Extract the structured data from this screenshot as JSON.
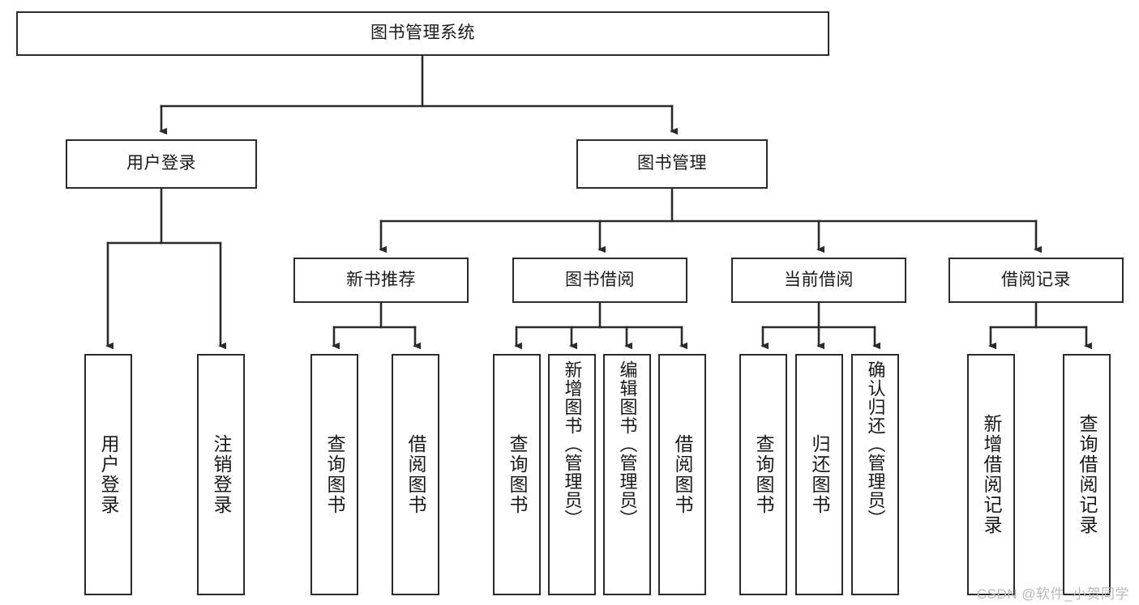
{
  "diagram": {
    "type": "tree",
    "title": "图书管理系统",
    "orientation": "top-down",
    "edge_style": "orthogonal-with-arrowheads",
    "colors": {
      "box_border": "#2b2b2b",
      "box_fill": "#ffffff",
      "edge": "#2b2b2b",
      "text": "#1a1a1a",
      "watermark": "#b9b9b9",
      "background": "#ffffff"
    }
  },
  "watermark": {
    "text": "CSDN @软件_小贺同学"
  },
  "nodes": {
    "root": {
      "label": "图书管理系统",
      "level": 1
    },
    "level2": [
      {
        "id": "user-login",
        "label": "用户登录"
      },
      {
        "id": "book-management",
        "label": "图书管理"
      }
    ],
    "level3": [
      {
        "id": "new-book-recommend",
        "label": "新书推荐",
        "parent": "book-management"
      },
      {
        "id": "book-borrow",
        "label": "图书借阅",
        "parent": "book-management"
      },
      {
        "id": "current-borrow",
        "label": "当前借阅",
        "parent": "book-management"
      },
      {
        "id": "borrow-record",
        "label": "借阅记录",
        "parent": "book-management"
      }
    ],
    "leaves": [
      {
        "id": "leaf-user-login",
        "label": "用户登录",
        "parent": "user-login"
      },
      {
        "id": "leaf-logout-login",
        "label": "注销登录",
        "parent": "user-login"
      },
      {
        "id": "leaf-query-book-1",
        "label": "查询图书",
        "parent": "new-book-recommend"
      },
      {
        "id": "leaf-borrow-book-1",
        "label": "借阅图书",
        "parent": "new-book-recommend"
      },
      {
        "id": "leaf-query-book-2",
        "label": "查询图书",
        "parent": "book-borrow"
      },
      {
        "id": "leaf-add-book",
        "label": "新增图书（管理员）",
        "parent": "book-borrow"
      },
      {
        "id": "leaf-edit-book",
        "label": "编辑图书（管理员）",
        "parent": "book-borrow"
      },
      {
        "id": "leaf-borrow-book-2",
        "label": "借阅图书",
        "parent": "book-borrow"
      },
      {
        "id": "leaf-query-book-3",
        "label": "查询图书",
        "parent": "current-borrow"
      },
      {
        "id": "leaf-return-book",
        "label": "归还图书",
        "parent": "current-borrow"
      },
      {
        "id": "leaf-confirm-return",
        "label": "确认归还（管理员）",
        "parent": "current-borrow"
      },
      {
        "id": "leaf-add-record",
        "label": "新增借阅记录",
        "parent": "borrow-record"
      },
      {
        "id": "leaf-query-record",
        "label": "查询借阅记录",
        "parent": "borrow-record"
      }
    ]
  }
}
